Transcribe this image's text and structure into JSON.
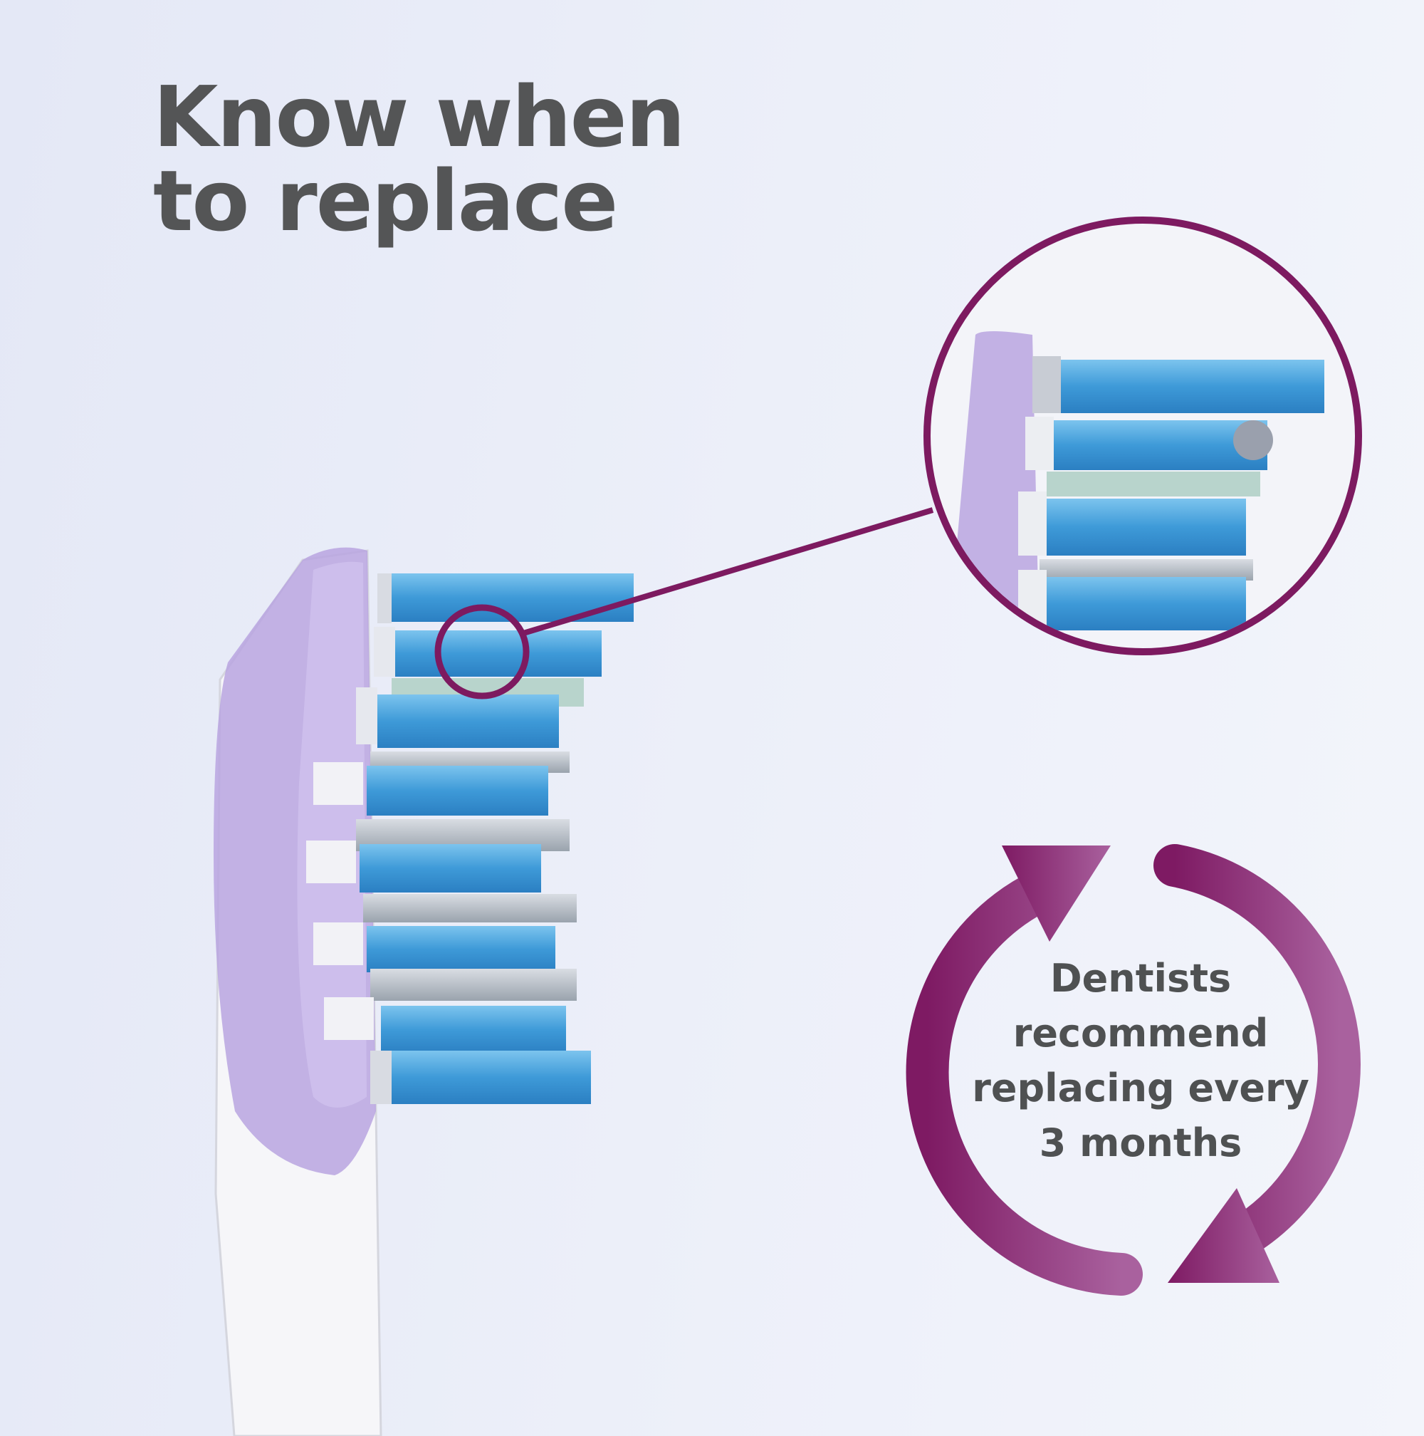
{
  "headline": {
    "line1": "Know when",
    "line2": "to replace"
  },
  "callout": {
    "line1": "Dentists",
    "line2": "recommend",
    "line3": "replacing every",
    "line4": "3 months"
  },
  "colors": {
    "accent": "#8a1f6a",
    "text": "#545556",
    "bristle": "#4aa6e0",
    "head": "#b7a3dc"
  }
}
